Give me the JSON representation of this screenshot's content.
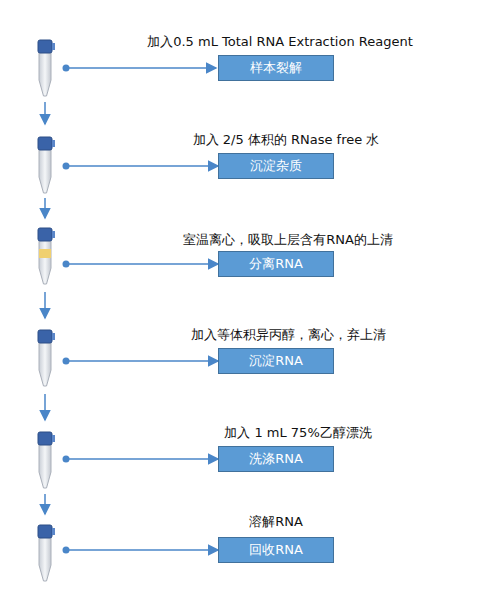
{
  "diagram": {
    "nodes": [
      {
        "text": [
          "加入0.5 mL Total RNA Extraction Reagent",
          "样本裂解"
        ]
      },
      {
        "text": [
          "加入 2/5 体积的 RNase free 水",
          "沉淀杂质"
        ]
      },
      {
        "text": [
          "室温离心，吸取上层含有RNA的上清",
          "分离RNA"
        ]
      },
      {
        "text": [
          "加入等体积异丙醇，离心，弃上清",
          "沉淀RNA"
        ]
      },
      {
        "text": [
          "加入 1 mL 75%乙醇漂洗",
          "洗涤RNA"
        ]
      },
      {
        "text": [
          "溶解RNA",
          "回收RNA"
        ]
      }
    ]
  }
}
